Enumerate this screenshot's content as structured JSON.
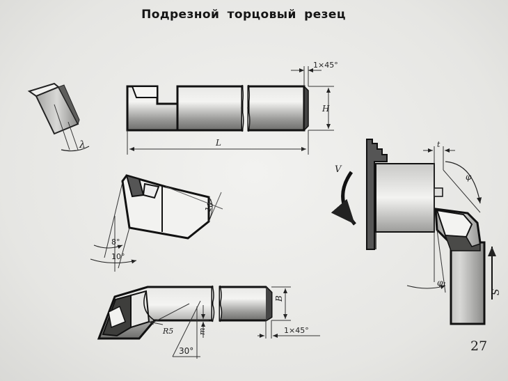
{
  "title": "Подрезной торцовый резец",
  "page_number": "27",
  "labels": {
    "chamfer_top": "1×45°",
    "chamfer_bottom": "1×45°",
    "height_top": "H",
    "length": "L",
    "lambda": "λ",
    "angle_10_side": "10°",
    "angle_8": "8°",
    "angle_10_low": "10°",
    "radius": "R5",
    "angle_30": "30°",
    "m": "m",
    "height_bottom": "B",
    "feed_s": "S",
    "velocity_v": "V",
    "depth_t": "t",
    "phi": "φ",
    "phi1": "φ₁"
  }
}
